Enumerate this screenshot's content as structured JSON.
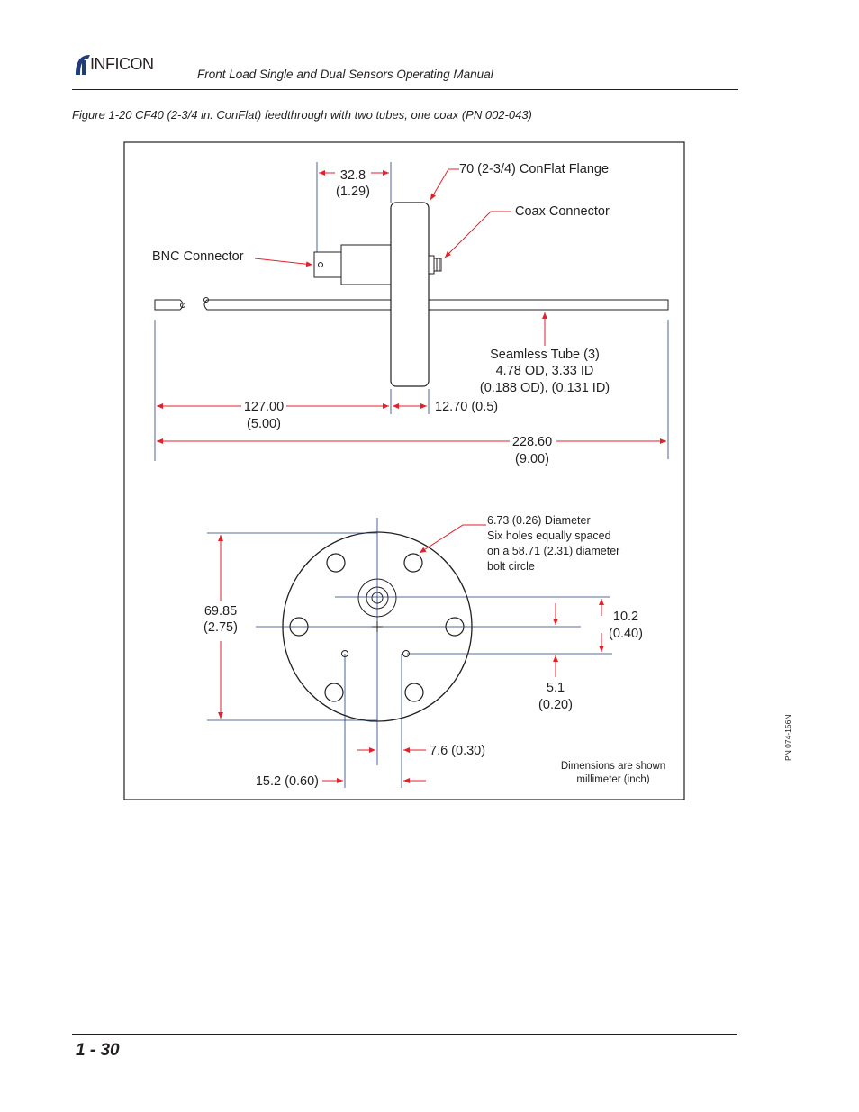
{
  "header": {
    "logo_text": "INFICON",
    "title": "Front Load Single and Dual Sensors Operating Manual"
  },
  "figure": {
    "caption": "Figure 1-20  CF40 (2-3/4 in. ConFlat) feedthrough with two tubes, one coax (PN 002-043)",
    "side_view": {
      "dim_32_8_mm": "32.8",
      "dim_32_8_in": "(1.29)",
      "flange_label": "70 (2-3/4) ConFlat Flange",
      "coax_label": "Coax Connector",
      "bnc_label": "BNC Connector",
      "tube_label_1": "Seamless Tube (3)",
      "tube_label_2": "4.78 OD, 3.33 ID",
      "tube_label_3": "(0.188 OD), (0.131 ID)",
      "dim_127_mm": "127.00",
      "dim_127_in": "(5.00)",
      "dim_12_7": "12.70 (0.5)",
      "dim_228_mm": "228.60",
      "dim_228_in": "(9.00)"
    },
    "end_view": {
      "holes_label_1": "6.73 (0.26) Diameter",
      "holes_label_2": "Six holes equally spaced",
      "holes_label_3": "on a 58.71 (2.31) diameter",
      "holes_label_4": "bolt circle",
      "dim_69_mm": "69.85",
      "dim_69_in": "(2.75)",
      "dim_10_mm": "10.2",
      "dim_10_in": "(0.40)",
      "dim_5_mm": "5.1",
      "dim_5_in": "(0.20)",
      "dim_7_6": "7.6 (0.30)",
      "dim_15_2": "15.2 (0.60)",
      "note_1": "Dimensions are shown",
      "note_2": "millimeter (inch)"
    }
  },
  "side_text": "PN 074-156N",
  "footer": {
    "page_number": "1 - 30"
  },
  "colors": {
    "arrow": "#e1222c",
    "line": "#231f20",
    "dim_line": "#1f3b7a"
  }
}
